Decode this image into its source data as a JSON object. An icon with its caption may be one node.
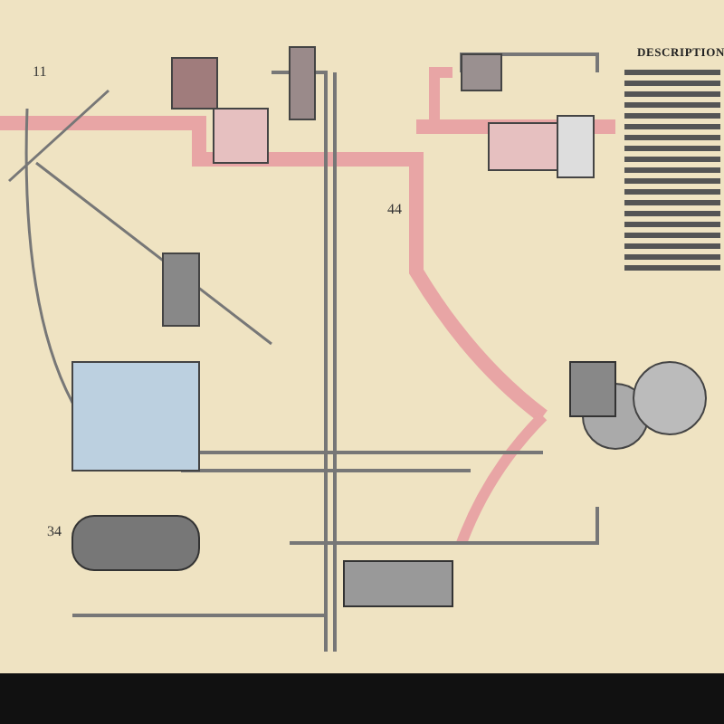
{
  "diagram": {
    "title": "DESCRIPTION",
    "labels": [
      "11",
      "44",
      "34"
    ]
  }
}
